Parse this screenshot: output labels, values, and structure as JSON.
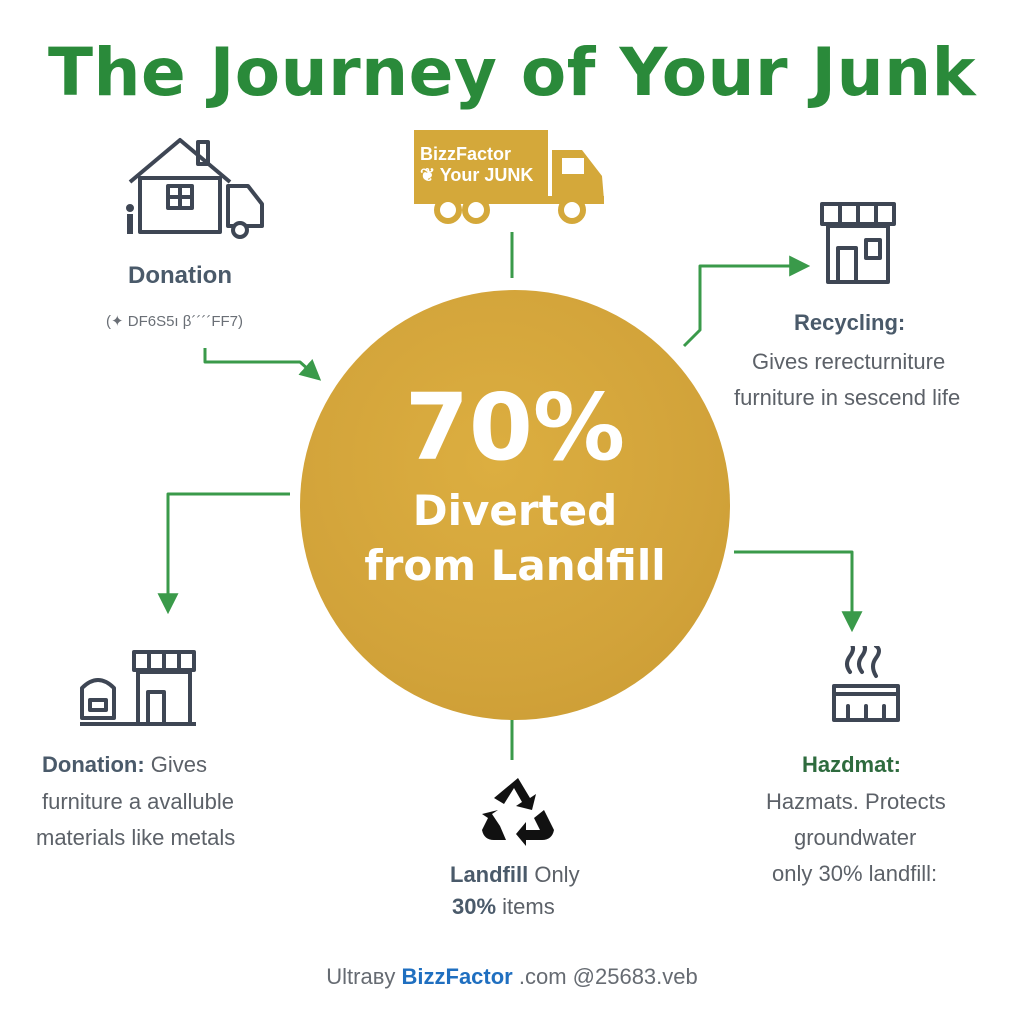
{
  "title": "The Journey of Your Junk",
  "truck": {
    "line1": "BizzFactor",
    "line2": "❦ Your JUNK",
    "color": "#d4a83a"
  },
  "hub": {
    "percent": "70%",
    "line1": "Diverted",
    "line2": "from Landfill",
    "color": "#d2a33a"
  },
  "top_left": {
    "heading": "Donation",
    "code": "(✦ DF6S5ı β´´´´FF7)"
  },
  "right_top": {
    "heading": "Recycling:",
    "line1": "Gives rerecturniture",
    "line2": "furniture in sescend life"
  },
  "left_bottom": {
    "heading": "Donation:",
    "heading_rest": " Gives",
    "line1": "furniture a avalluble",
    "line2": "materials like metals"
  },
  "bottom": {
    "heading": "Landfill",
    "heading_rest": " Only",
    "line1_bold": "30%",
    "line1_rest": " items"
  },
  "right_bottom": {
    "heading": "Hazdmat:",
    "line1": "Hazmats. Protects",
    "line2": "groundwater",
    "line3": "only 30% landfill:"
  },
  "footer": {
    "prefix": "Ultraʙy ",
    "brand": "BizzFactor",
    "suffix": " .com  @25683.veb"
  },
  "colors": {
    "title": "#2a8a3a",
    "connector": "#3a9a4a",
    "icon": "#3e4654",
    "hub_text": "#ffffff"
  }
}
